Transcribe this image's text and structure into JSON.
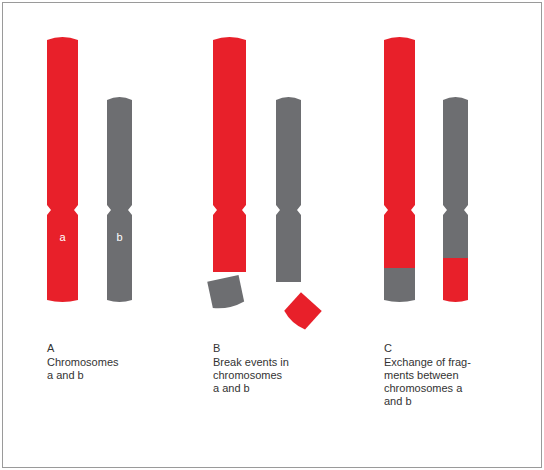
{
  "diagram": {
    "nodes": [
      {
        "text": [
          "a"
        ]
      },
      {
        "text": [
          "b"
        ]
      }
    ],
    "labels": [
      "A",
      "Chromosomes a and b",
      "B",
      "Break events in chromosomes a and b",
      "C",
      "Exchange of frag- ments between chromosomes a and b"
    ]
  }
}
